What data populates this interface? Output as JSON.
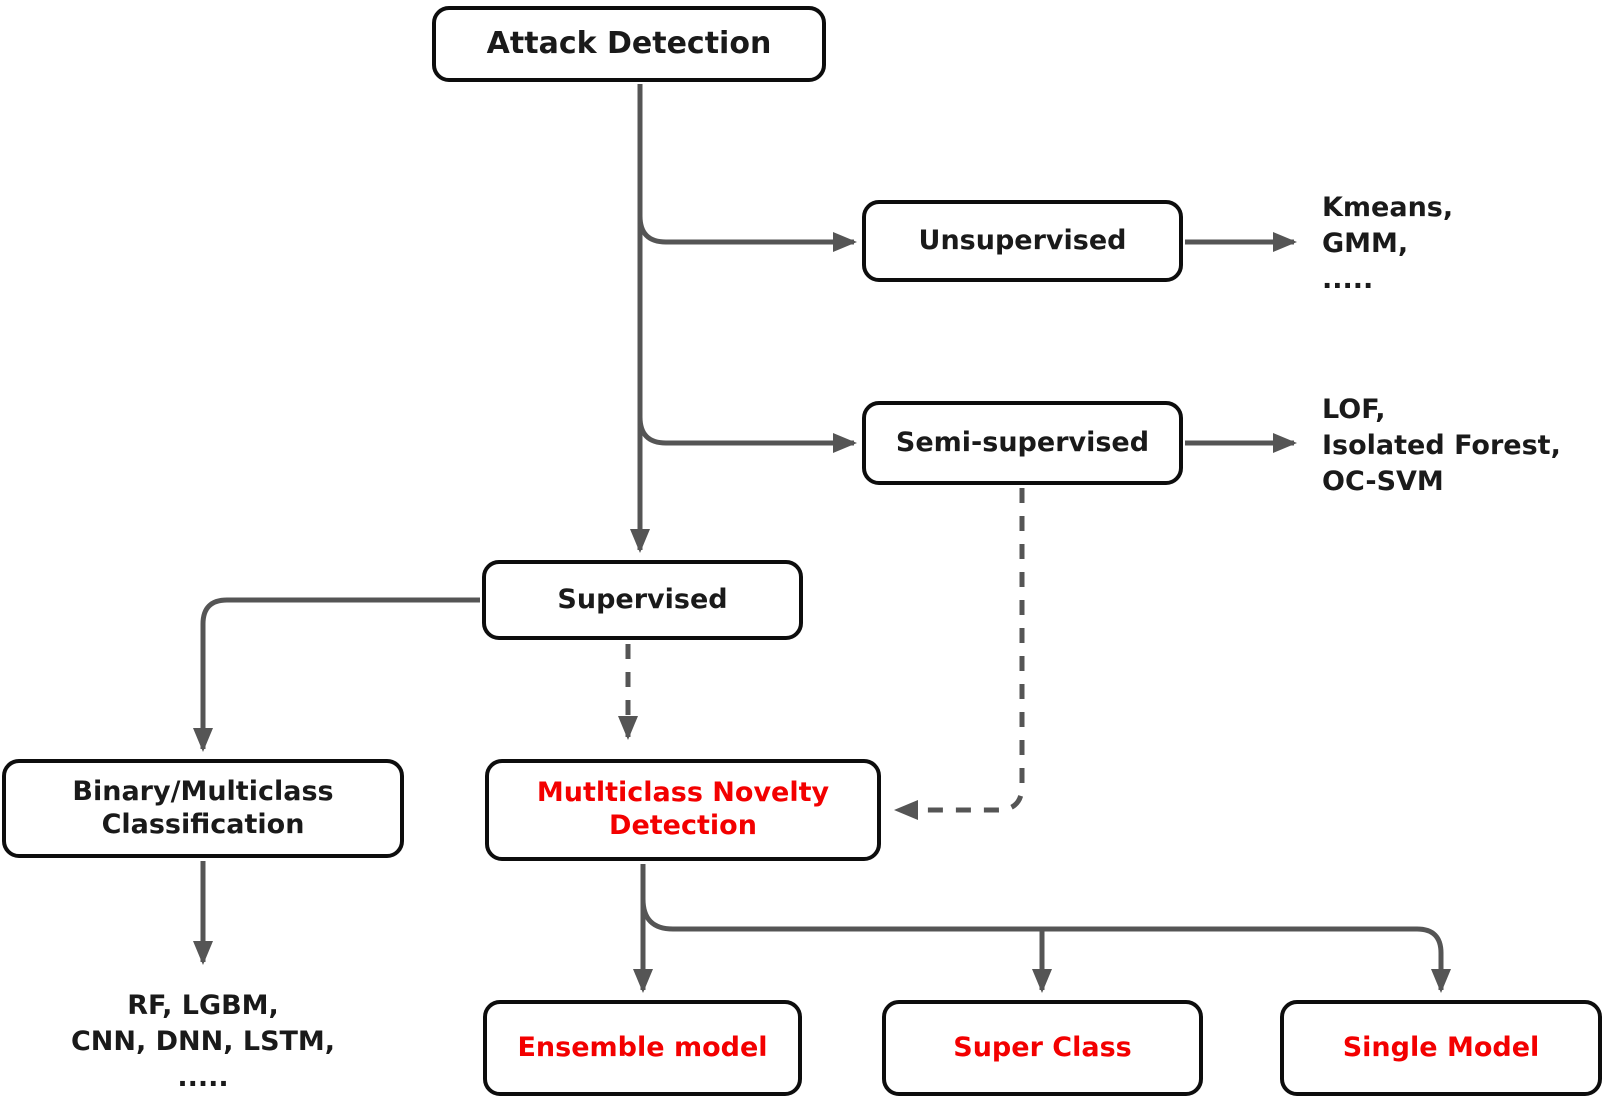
{
  "diagram": {
    "title": "Attack Detection taxonomy flowchart",
    "colors": {
      "box_border": "#0d0d0d",
      "connector": "#555555",
      "text_black": "#1a1a1a",
      "text_red": "#f30000",
      "background": "#ffffff"
    },
    "nodes": {
      "attack_detection": {
        "label": "Attack Detection"
      },
      "unsupervised": {
        "label": "Unsupervised"
      },
      "semi_supervised": {
        "label": "Semi-supervised"
      },
      "supervised": {
        "label": "Supervised"
      },
      "binary_multiclass": {
        "label": "Binary/Multiclass Classification"
      },
      "multiclass_novelty": {
        "label": "Mutlticlass Novelty Detection"
      },
      "ensemble_model": {
        "label": "Ensemble model"
      },
      "super_class": {
        "label": "Super Class"
      },
      "single_model": {
        "label": "Single Model"
      }
    },
    "annotations": {
      "unsupervised_examples": {
        "line1": "Kmeans,",
        "line2": "GMM,",
        "line3": "....."
      },
      "semi_supervised_examples": {
        "line1": "LOF,",
        "line2": "Isolated Forest,",
        "line3": "OC-SVM"
      },
      "binary_multiclass_examples": {
        "line1": "RF, LGBM,",
        "line2": "CNN, DNN, LSTM,",
        "line3": "....."
      }
    },
    "edges": [
      {
        "from": "attack_detection",
        "to": "supervised",
        "style": "solid-arrow"
      },
      {
        "from": "attack_detection",
        "to": "unsupervised",
        "style": "solid-arrow"
      },
      {
        "from": "attack_detection",
        "to": "semi_supervised",
        "style": "solid-arrow"
      },
      {
        "from": "unsupervised",
        "to": "unsupervised_examples",
        "style": "solid-arrow"
      },
      {
        "from": "semi_supervised",
        "to": "semi_supervised_examples",
        "style": "solid-arrow"
      },
      {
        "from": "supervised",
        "to": "binary_multiclass",
        "style": "solid-arrow"
      },
      {
        "from": "supervised",
        "to": "multiclass_novelty",
        "style": "dashed-arrow"
      },
      {
        "from": "semi_supervised",
        "to": "multiclass_novelty",
        "style": "dashed-arrow"
      },
      {
        "from": "binary_multiclass",
        "to": "binary_multiclass_examples",
        "style": "solid-arrow"
      },
      {
        "from": "multiclass_novelty",
        "to": "ensemble_model",
        "style": "solid-arrow"
      },
      {
        "from": "multiclass_novelty",
        "to": "super_class",
        "style": "solid-arrow"
      },
      {
        "from": "multiclass_novelty",
        "to": "single_model",
        "style": "solid-arrow"
      }
    ]
  }
}
